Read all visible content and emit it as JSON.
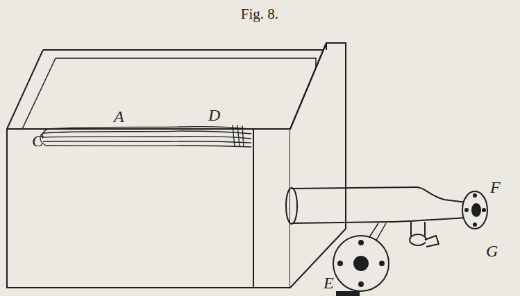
{
  "diagram": {
    "title": "Fig. 8.",
    "labels": [
      "C",
      "A",
      "D",
      "F",
      "G",
      "E"
    ]
  }
}
